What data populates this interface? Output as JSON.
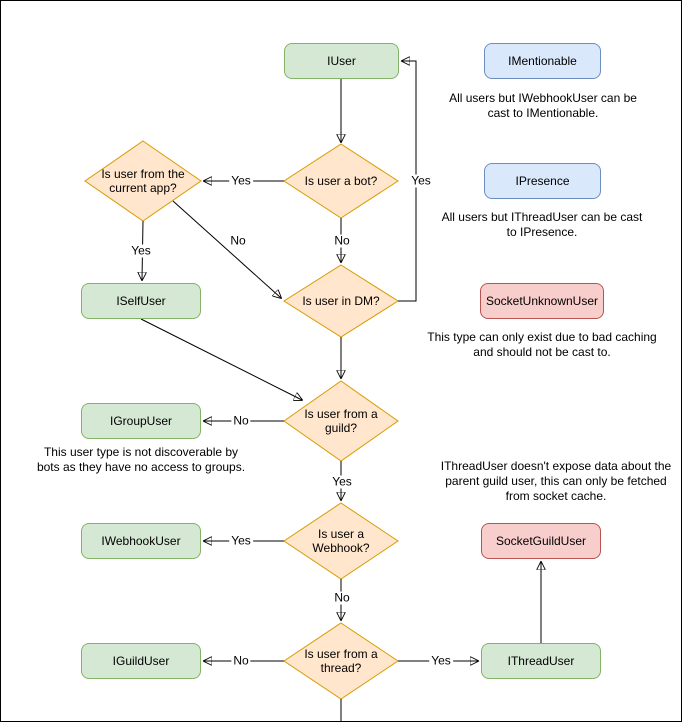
{
  "diagram": {
    "type": "flowchart",
    "nodes": [
      {
        "id": "iuser",
        "label": "IUser",
        "color": "green"
      },
      {
        "id": "imentionable",
        "label": "IMentionable",
        "color": "blue"
      },
      {
        "id": "ipresence",
        "label": "IPresence",
        "color": "blue"
      },
      {
        "id": "socketunknownuser",
        "label": "SocketUnknownUser",
        "color": "red"
      },
      {
        "id": "iselfuser",
        "label": "ISelfUser",
        "color": "green"
      },
      {
        "id": "igroupuser",
        "label": "IGroupUser",
        "color": "green"
      },
      {
        "id": "iwebhookuser",
        "label": "IWebhookUser",
        "color": "green"
      },
      {
        "id": "socketguilduser",
        "label": "SocketGuildUser",
        "color": "red"
      },
      {
        "id": "iguilduser",
        "label": "IGuildUser",
        "color": "green"
      },
      {
        "id": "ithreaduser",
        "label": "IThreadUser",
        "color": "green"
      }
    ],
    "decisions": [
      {
        "id": "is-bot",
        "label": "Is user a bot?"
      },
      {
        "id": "current-app",
        "label": "Is user from the current app?"
      },
      {
        "id": "is-dm",
        "label": "Is user in DM?"
      },
      {
        "id": "is-guild",
        "label": "Is user from a guild?"
      },
      {
        "id": "is-webhook",
        "label": "Is user a Webhook?"
      },
      {
        "id": "is-thread",
        "label": "Is user from a thread?"
      }
    ],
    "edges": [
      {
        "from": "iuser",
        "to": "is-bot",
        "label": ""
      },
      {
        "from": "is-bot",
        "to": "current-app",
        "label": "Yes"
      },
      {
        "from": "is-bot",
        "to": "is-dm",
        "label": "No"
      },
      {
        "from": "current-app",
        "to": "iselfuser",
        "label": "Yes"
      },
      {
        "from": "current-app",
        "to": "is-dm",
        "label": "No"
      },
      {
        "from": "is-dm",
        "to": "iuser",
        "label": "Yes"
      },
      {
        "from": "is-dm",
        "to": "is-guild",
        "label": ""
      },
      {
        "from": "iselfuser",
        "to": "is-guild",
        "label": ""
      },
      {
        "from": "is-guild",
        "to": "igroupuser",
        "label": "No"
      },
      {
        "from": "is-guild",
        "to": "is-webhook",
        "label": "Yes"
      },
      {
        "from": "is-webhook",
        "to": "iwebhookuser",
        "label": "Yes"
      },
      {
        "from": "is-webhook",
        "to": "is-thread",
        "label": "No"
      },
      {
        "from": "is-thread",
        "to": "iguilduser",
        "label": "No"
      },
      {
        "from": "is-thread",
        "to": "ithreaduser",
        "label": "Yes"
      },
      {
        "from": "ithreaduser",
        "to": "socketguilduser",
        "label": ""
      },
      {
        "from": "is-thread",
        "to": "offscreen-bottom",
        "label": ""
      }
    ],
    "annotations": [
      {
        "text": "All users but IWebhookUser can be cast to IMentionable."
      },
      {
        "text": "All users but IThreadUser can be cast to IPresence."
      },
      {
        "text": "This type can only exist due to bad caching and should not be cast to."
      },
      {
        "text": "This user type is not discoverable by bots as they have no access to groups."
      },
      {
        "text": "IThreadUser doesn't expose data about the parent guild user, this can only be fetched from socket cache."
      }
    ],
    "colors": {
      "green_fill": "#d5e8d4",
      "green_stroke": "#82b366",
      "blue_fill": "#dae8fc",
      "blue_stroke": "#6c8ebf",
      "red_fill": "#f8cecc",
      "red_stroke": "#b85450",
      "orange_fill": "#ffe6cc",
      "orange_stroke": "#d79b00",
      "edge": "#000000"
    }
  }
}
